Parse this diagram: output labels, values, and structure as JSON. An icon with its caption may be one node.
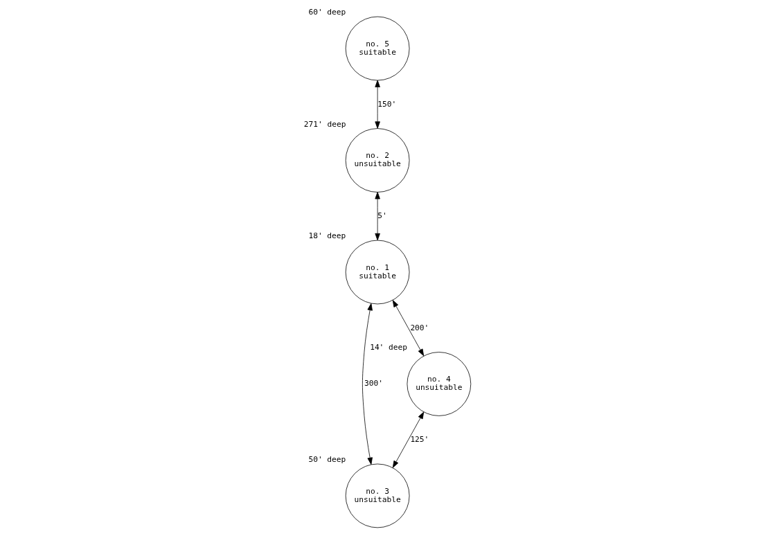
{
  "diagram": {
    "nodes": [
      {
        "text": [
          "no. 5",
          "suitable"
        ],
        "beside": [
          "60' deep"
        ]
      },
      {
        "text": [
          "no. 4",
          "unsuitable"
        ],
        "beside": [
          "14' deep"
        ]
      },
      {
        "text": [
          "no. 3",
          "unsuitable"
        ],
        "beside": [
          "50' deep"
        ]
      },
      {
        "text": [
          "no. 2",
          "unsuitable"
        ],
        "beside": [
          "271' deep"
        ]
      },
      {
        "text": [
          "no. 1",
          "suitable"
        ],
        "beside": [
          "18' deep"
        ]
      }
    ],
    "edges": [
      {
        "from": 0,
        "to": 3,
        "arrow": "both",
        "label": "150'"
      },
      {
        "from": 3,
        "to": 4,
        "arrow": "both",
        "label": "5'"
      },
      {
        "from": 4,
        "to": 1,
        "arrow": "both",
        "label": "200'"
      },
      {
        "from": 1,
        "to": 2,
        "arrow": "both",
        "label": "125'"
      },
      {
        "from": 2,
        "to": 4,
        "arrow": "both",
        "label": "300'"
      }
    ]
  }
}
